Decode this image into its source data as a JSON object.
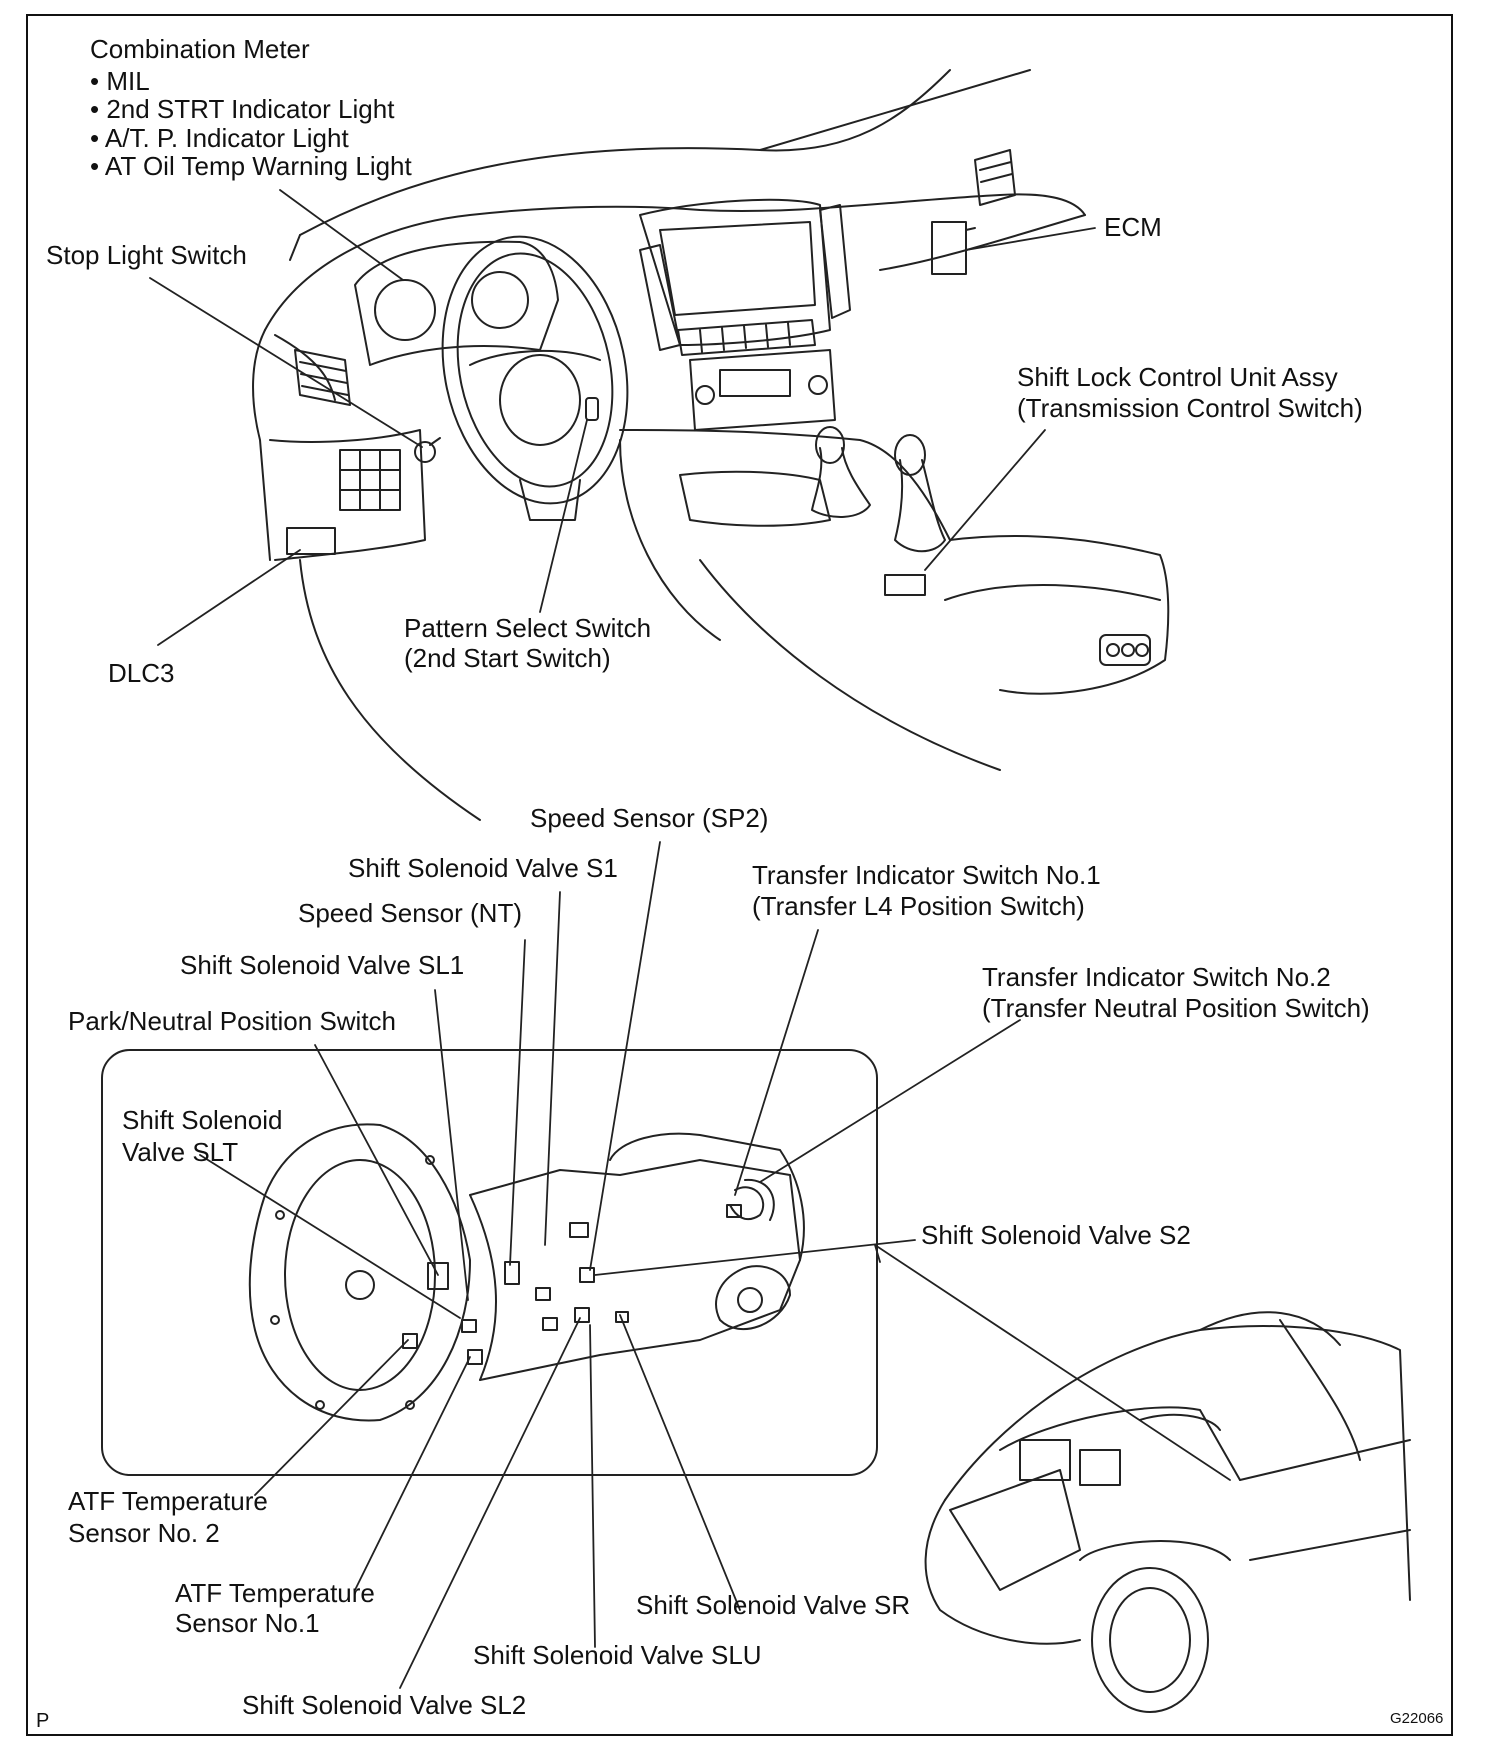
{
  "combination_meter": {
    "title": "Combination Meter",
    "items": [
      "MIL",
      "2nd STRT Indicator Light",
      "A/T. P. Indicator Light",
      "AT Oil Temp Warning Light"
    ]
  },
  "labels": {
    "stop_light_switch": "Stop Light Switch",
    "ecm": "ECM",
    "shift_lock_line1": "Shift Lock Control Unit Assy",
    "shift_lock_line2": "(Transmission Control Switch)",
    "dlc3": "DLC3",
    "pattern_select_line1": "Pattern Select Switch",
    "pattern_select_line2": "(2nd Start Switch)",
    "speed_sensor_sp2": "Speed Sensor (SP2)",
    "shift_solenoid_s1": "Shift Solenoid Valve S1",
    "speed_sensor_nt": "Speed Sensor (NT)",
    "shift_solenoid_sl1": "Shift Solenoid Valve SL1",
    "park_neutral": "Park/Neutral Position Switch",
    "transfer_no1_line1": "Transfer Indicator Switch No.1",
    "transfer_no1_line2": "(Transfer L4 Position Switch)",
    "transfer_no2_line1": "Transfer Indicator Switch No.2",
    "transfer_no2_line2": "(Transfer Neutral Position Switch)",
    "slt_line1": "Shift Solenoid",
    "slt_line2": "Valve SLT",
    "shift_solenoid_s2": "Shift Solenoid Valve S2",
    "atf_no2_line1": "ATF Temperature",
    "atf_no2_line2": "Sensor No. 2",
    "atf_no1_line1": "ATF Temperature",
    "atf_no1_line2": "Sensor No.1",
    "shift_solenoid_sr": "Shift Solenoid Valve SR",
    "shift_solenoid_slu": "Shift Solenoid Valve SLU",
    "shift_solenoid_sl2": "Shift Solenoid Valve SL2"
  },
  "corner_mark": "P",
  "figure_code": "G22066"
}
